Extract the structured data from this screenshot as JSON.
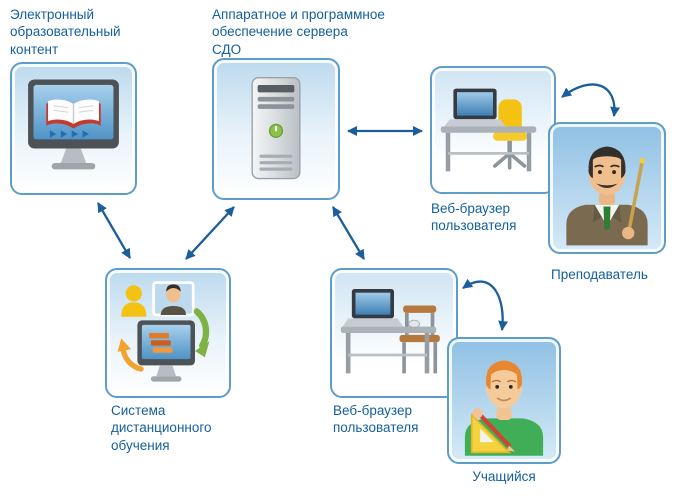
{
  "palette": {
    "label_text": "#14609d",
    "arrow": "#1a5e9b",
    "box_border": "#5f9dc9",
    "box_fill_top": "#bcd9ee",
    "accent_yellow": "#f3c213",
    "accent_green": "#7cb342",
    "accent_red": "#c23b2e"
  },
  "nodes": {
    "content": {
      "label": "Электронный\nобразовательный\nконтент",
      "icon": "monitor-book-icon"
    },
    "server": {
      "label": "Аппаратное и программное\nобеспечение сервера\nСДО",
      "icon": "server-tower-icon"
    },
    "teacher_browser": {
      "label": "Веб-браузер\nпользователя",
      "icon": "desk-laptop-chair-icon"
    },
    "teacher": {
      "label": "Преподаватель",
      "icon": "teacher-icon"
    },
    "lms": {
      "label": "Система\nдистанционного\nобучения",
      "icon": "lms-recycle-monitor-icon"
    },
    "student_browser": {
      "label": "Веб-браузер\nпользователя",
      "icon": "desk-laptop-icon"
    },
    "student": {
      "label": "Учащийся",
      "icon": "student-icon"
    }
  },
  "connections": [
    {
      "from": "content",
      "to": "lms",
      "style": "double-arrow"
    },
    {
      "from": "server",
      "to": "lms",
      "style": "double-arrow"
    },
    {
      "from": "server",
      "to": "teacher_browser",
      "style": "double-arrow"
    },
    {
      "from": "server",
      "to": "student_browser",
      "style": "double-arrow"
    },
    {
      "from": "teacher_browser",
      "to": "teacher",
      "style": "double-arrow-curved"
    },
    {
      "from": "student_browser",
      "to": "student",
      "style": "double-arrow-curved"
    }
  ]
}
